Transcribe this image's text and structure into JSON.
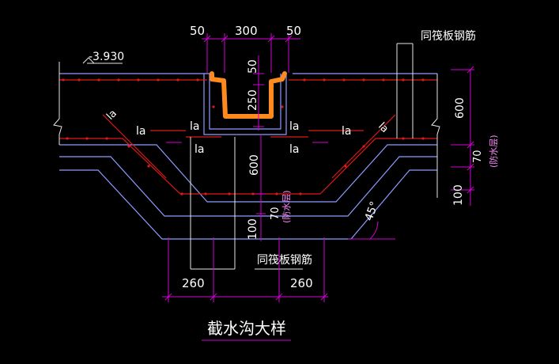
{
  "drawing": {
    "title": "截水沟大样",
    "elevation": "-3.930",
    "note_top": "同筏板钢筋",
    "note_bottom": "同筏板钢筋",
    "anchor_label": "la",
    "angle": "45°"
  },
  "dims": {
    "top_left": "50",
    "top_mid": "300",
    "top_right": "50",
    "v_50": "50",
    "v_250": "250",
    "v_600_mid": "600",
    "v_70_mid": "70",
    "v_70_mid_note": "(防水层)",
    "v_100_mid": "100",
    "v_600_right": "600",
    "v_70_right": "70",
    "v_70_right_note": "(防水层)",
    "v_100_right": "100",
    "bottom_left": "260",
    "bottom_right": "260"
  },
  "colors": {
    "background": "#000000",
    "dimension": "#d400d4",
    "rebar": "#e01818",
    "layer": "#8f9bff",
    "highlight": "#ff8a1d",
    "outline": "#e6e6e6"
  }
}
